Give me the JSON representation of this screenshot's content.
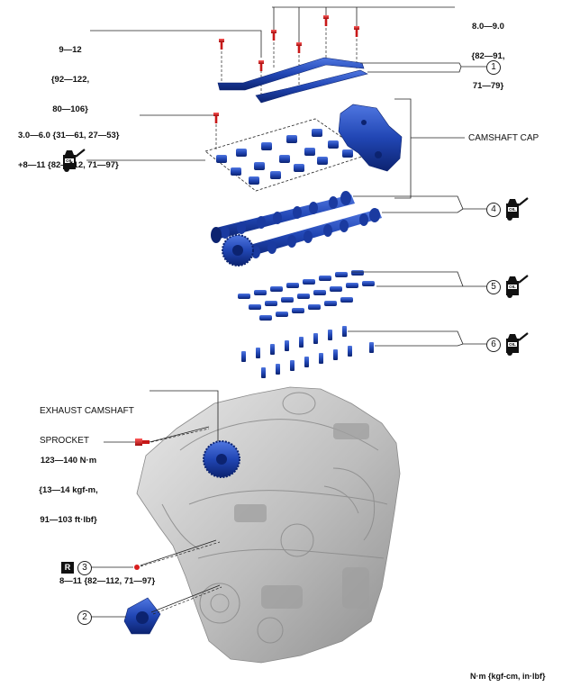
{
  "torque_specs": {
    "top_right": [
      "8.0—9.0",
      "{82—91,",
      "71—79}"
    ],
    "top_left": [
      "9—12",
      "{92—122,",
      "80—106}"
    ],
    "cap_bolt": [
      "3.0—6.0 {31—61, 27—53}",
      "+8—11 {82—112, 71—97}"
    ],
    "sprocket_bolt": [
      "123—140 N·m",
      "{13—14 kgf-m,",
      "91—103 ft·lbf}"
    ],
    "part3": "8—11 {82—112, 71—97}"
  },
  "callouts": {
    "camshaft_cap": "CAMSHAFT CAP",
    "exhaust_sprocket": [
      "EXHAUST CAMSHAFT",
      "SPROCKET"
    ]
  },
  "part_numbers": [
    "1",
    "2",
    "3",
    "4",
    "5",
    "6"
  ],
  "replace_mark": "R",
  "oil_label": "OIL",
  "units_note": "N·m {kgf-cm, in·lbf}",
  "colors": {
    "part_blue": "#2146b4",
    "part_blue_dark": "#0c2370",
    "bolt_red": "#d81e1e",
    "engine_gray": "#c2c2c2",
    "line": "#222222"
  },
  "icons": [
    "oil-can-icon",
    "bolt-icon",
    "camshaft-icon",
    "engine-icon"
  ]
}
